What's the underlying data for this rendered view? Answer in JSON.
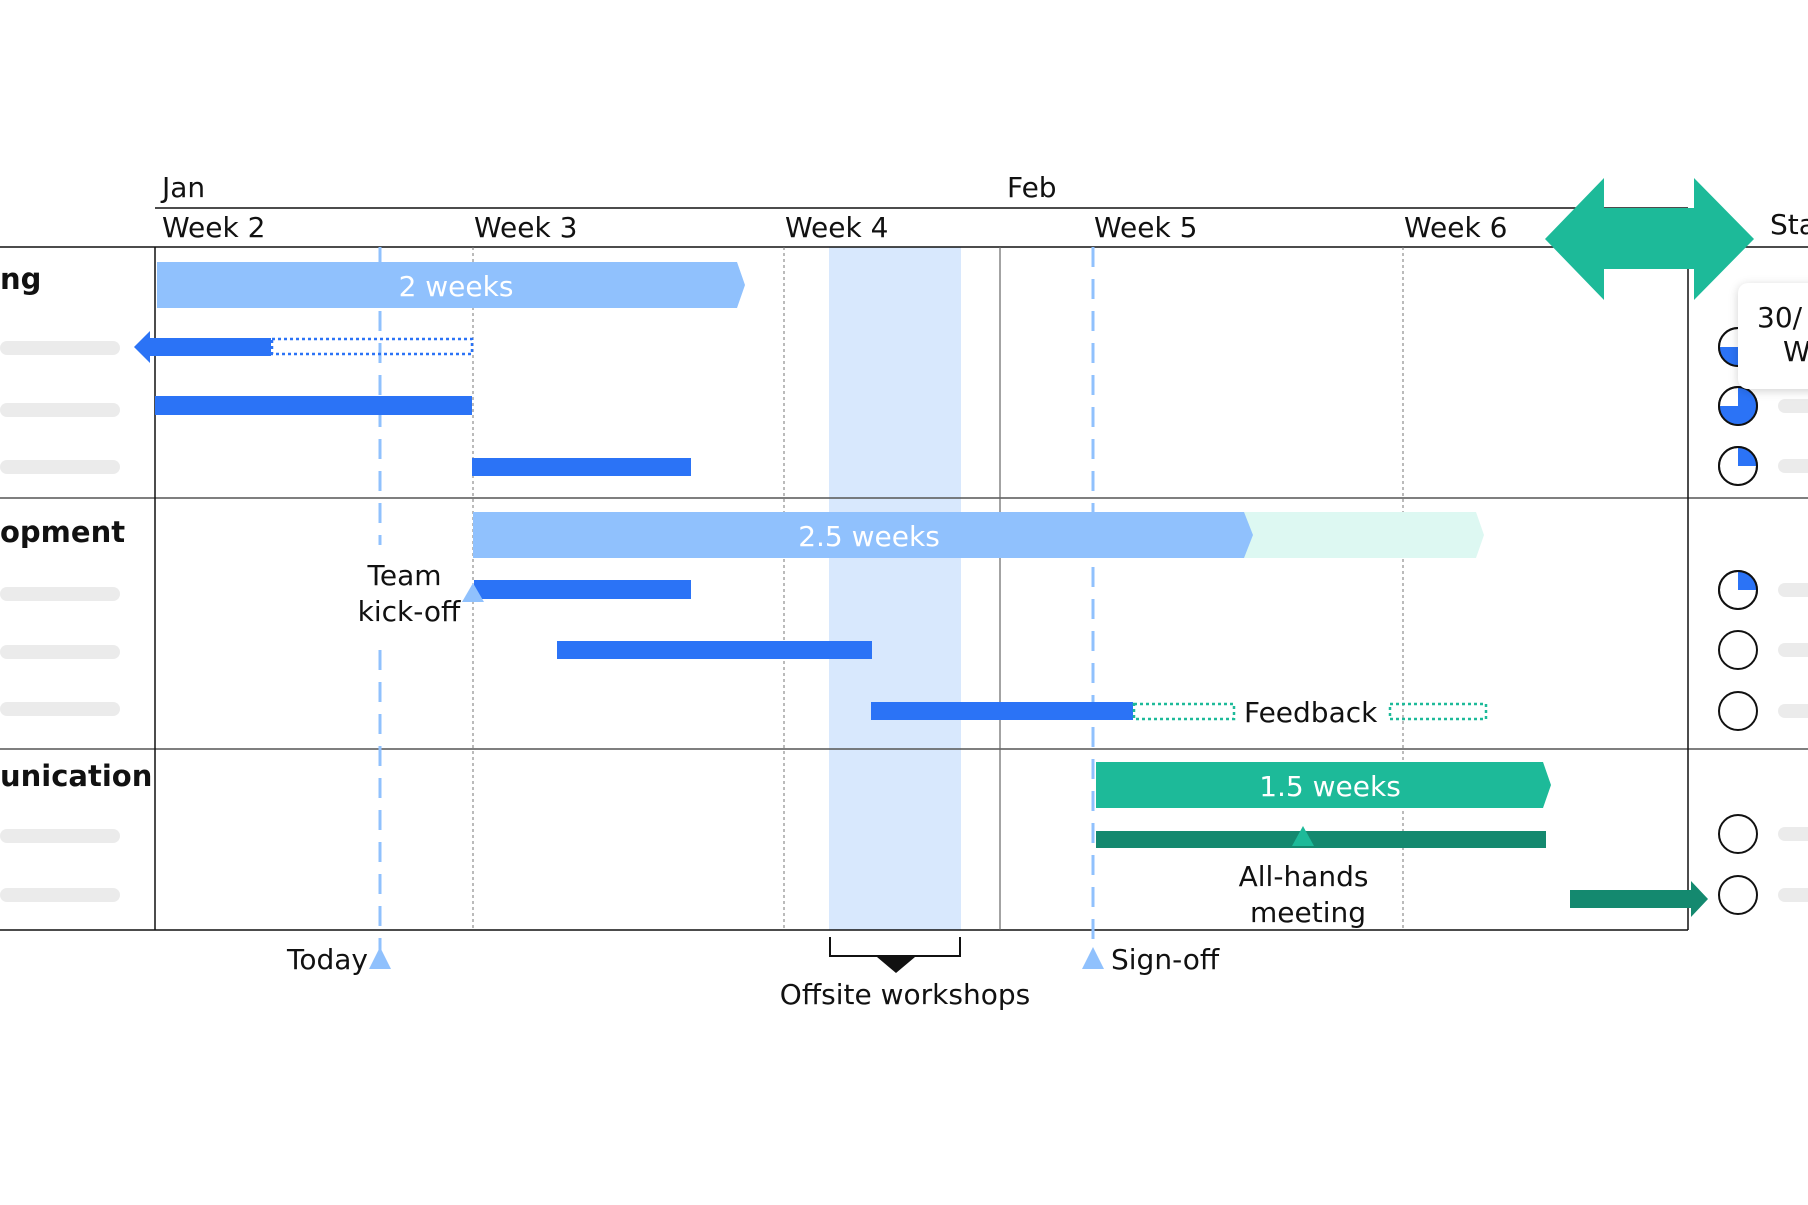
{
  "timeline": {
    "months": [
      "Jan",
      "Feb"
    ],
    "weeks": [
      "Week 2",
      "Week 3",
      "Week 4",
      "Week 5",
      "Week 6"
    ],
    "status_label": "Sta"
  },
  "sections": [
    {
      "label": "ng",
      "duration_label": "2 weeks"
    },
    {
      "label": "opment",
      "duration_label": "2.5 weeks"
    },
    {
      "label": "unication",
      "duration_label": "1.5 weeks"
    }
  ],
  "annotations": {
    "team_kickoff": [
      "Team",
      "kick-off"
    ],
    "feedback": "Feedback",
    "all_hands": [
      "All-hands",
      "meeting"
    ],
    "today": "Today",
    "offsite": "Offsite workshops",
    "signoff": "Sign-off"
  },
  "tooltip": {
    "line1": "30/",
    "line2": "W"
  },
  "status": {
    "progress": [
      0.75,
      0.75,
      0.25,
      0.25,
      0,
      0,
      0,
      0
    ]
  },
  "colors": {
    "light_blue": "#90C1FD",
    "blue": "#2B73F6",
    "teal": "#1DBA99",
    "dark_teal": "#14896F",
    "mint": "#DDF8F2",
    "band": "#D8E8FD",
    "placeholder": "#EBEBEB"
  }
}
